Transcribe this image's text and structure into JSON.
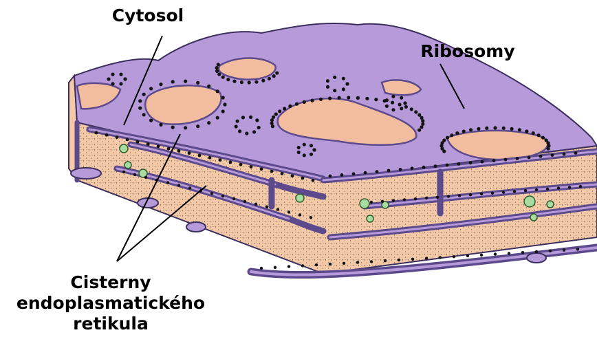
{
  "labels": {
    "cytosol": "Cytosol",
    "ribosomy": "Ribosomy",
    "cisterny_line1": "Cisterny",
    "cisterny_line2": "endoplasmatického",
    "cisterny_line3": "retikula"
  },
  "colors": {
    "membrane_top": "#b79ad9",
    "membrane_dark": "#5c4a8c",
    "cisterna_lumen": "#f2bc9e",
    "cytosol_fill": "#f3c9a8",
    "ribosome": "#141414",
    "vesicle": "#a8dca0"
  }
}
